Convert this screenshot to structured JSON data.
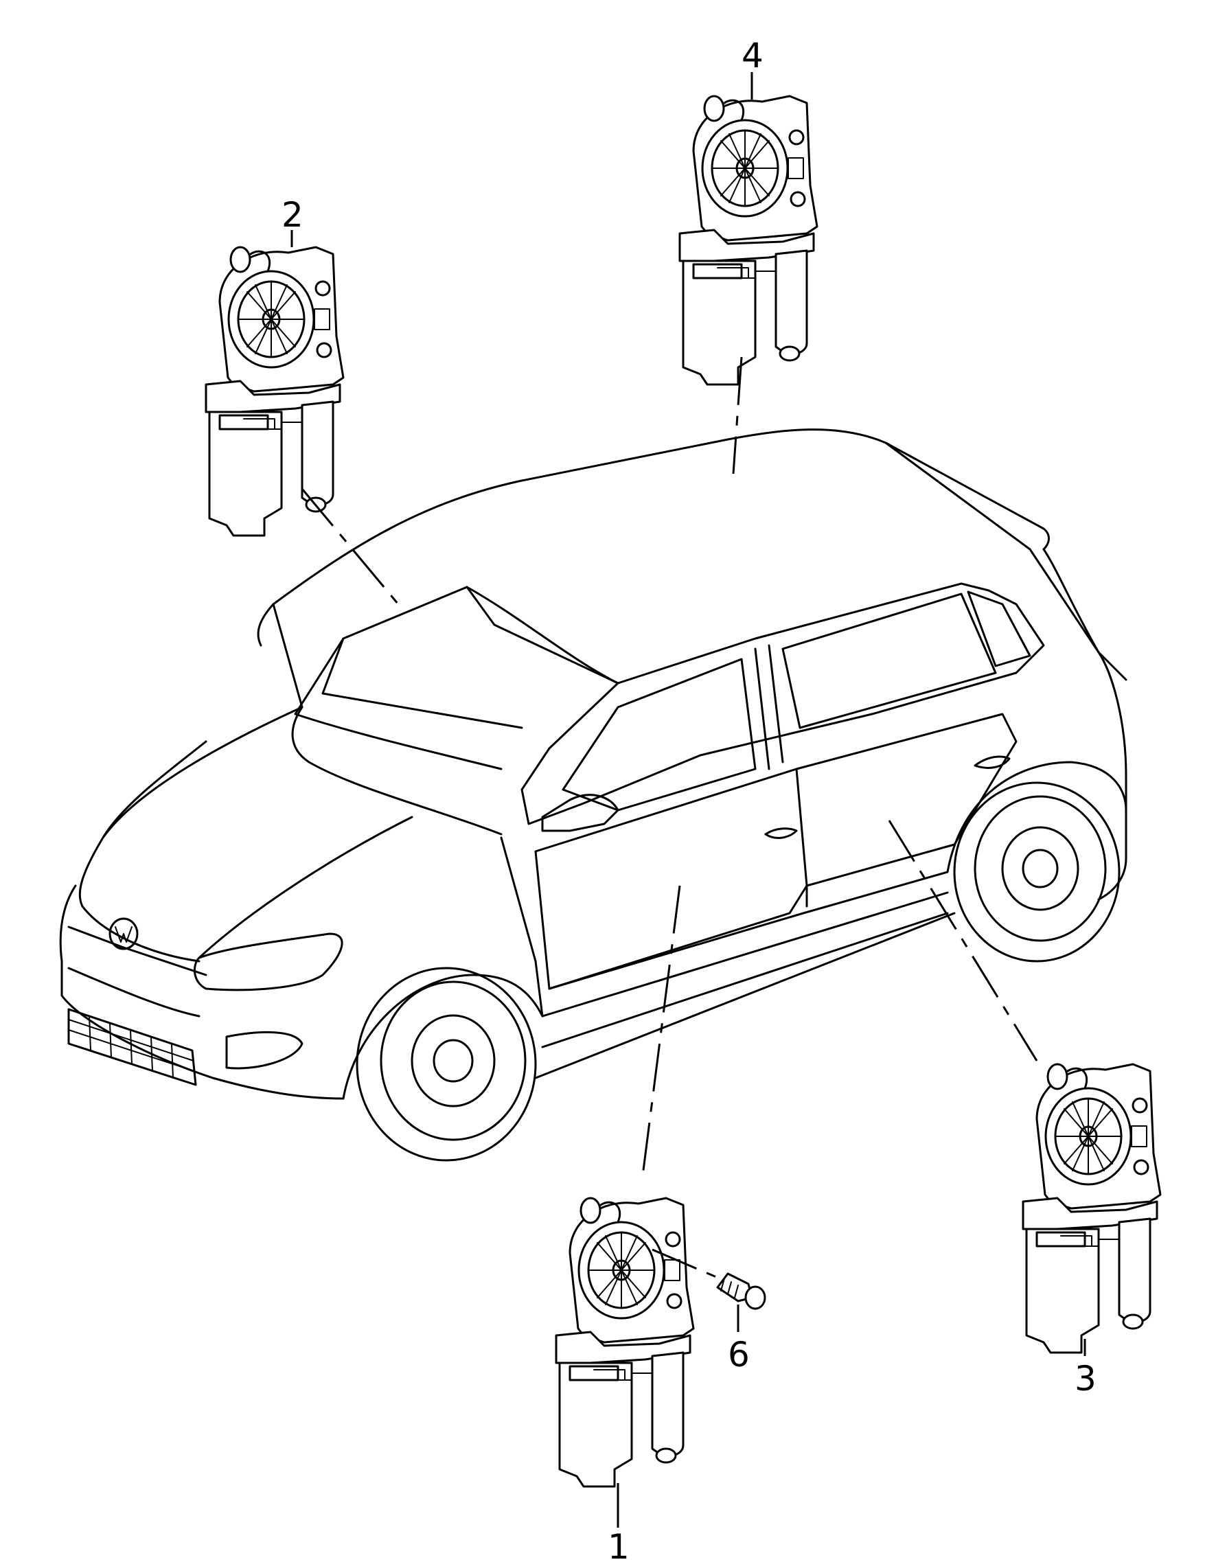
{
  "diagram": {
    "callouts": [
      {
        "id": "1",
        "label": "1"
      },
      {
        "id": "2",
        "label": "2"
      },
      {
        "id": "3",
        "label": "3"
      },
      {
        "id": "4",
        "label": "4"
      },
      {
        "id": "6",
        "label": "6"
      }
    ]
  }
}
